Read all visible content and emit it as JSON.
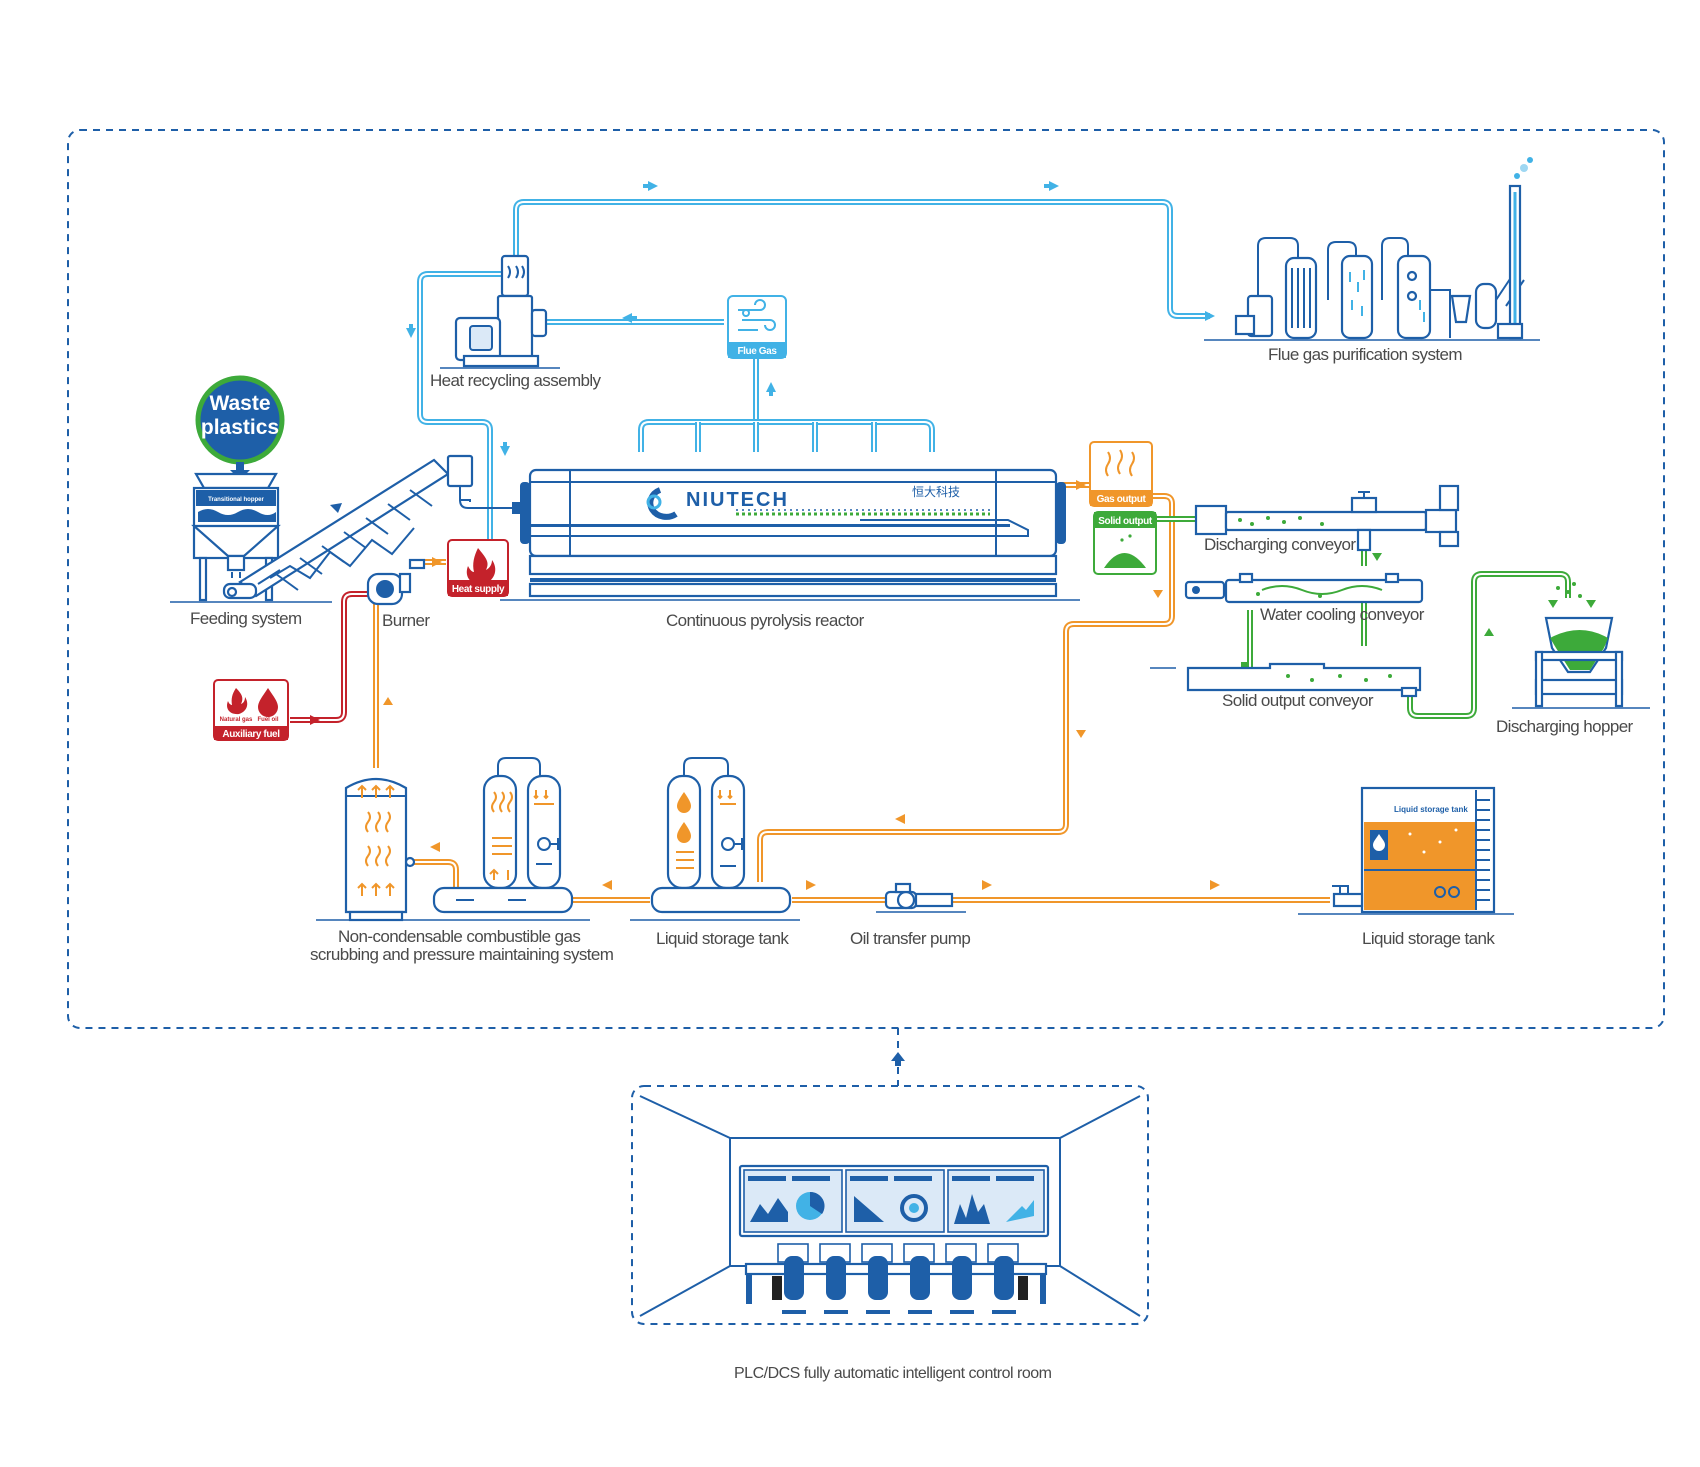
{
  "colors": {
    "primary_blue": "#1e5fa8",
    "flue_gas_pipe": "#41b2e6",
    "oil_gas_pipe": "#f0962a",
    "solid_pipe": "#3daa3a",
    "fuel_pipe": "#c4222b",
    "waste_badge": "#1e5fa8",
    "waste_badge_ring": "#3daa3a"
  },
  "badges": {
    "waste_plastics_line1": "Waste",
    "waste_plastics_line2": "plastics",
    "flue_gas": "Flue Gas",
    "heat_supply": "Heat supply",
    "gas_output": "Gas output",
    "solid_output": "Solid output",
    "auxiliary_fuel": "Auxiliary fuel",
    "natural_gas": "Natural gas",
    "fuel_oil": "Fuel oil",
    "transitional_hopper": "Transitional hopper",
    "tank_sign": "Liquid storage tank"
  },
  "brand": {
    "logo": "NIUTECH",
    "chinese": "恒大科技"
  },
  "labels": {
    "heat_recycling": "Heat recycling assembly",
    "flue_gas_purification": "Flue gas purification system",
    "feeding_system": "Feeding system",
    "burner": "Burner",
    "reactor": "Continuous pyrolysis reactor",
    "discharging_conveyor": "Discharging conveyor",
    "water_cooling_conveyor": "Water cooling conveyor",
    "solid_output_conveyor": "Solid output conveyor",
    "discharging_hopper": "Discharging hopper",
    "scrubbing_line1": "Non-condensable combustible gas",
    "scrubbing_line2": "scrubbing and pressure maintaining system",
    "liquid_storage_tank_1": "Liquid storage tank",
    "oil_transfer_pump": "Oil transfer pump",
    "liquid_storage_tank_2": "Liquid storage tank",
    "control_room": "PLC/DCS fully automatic intelligent control room"
  },
  "icons": [
    "flame-icon",
    "arrow-icon",
    "fan-icon",
    "gas-wave-icon",
    "oil-drop-icon",
    "chart-icon",
    "chair-icon",
    "monitor-icon"
  ]
}
